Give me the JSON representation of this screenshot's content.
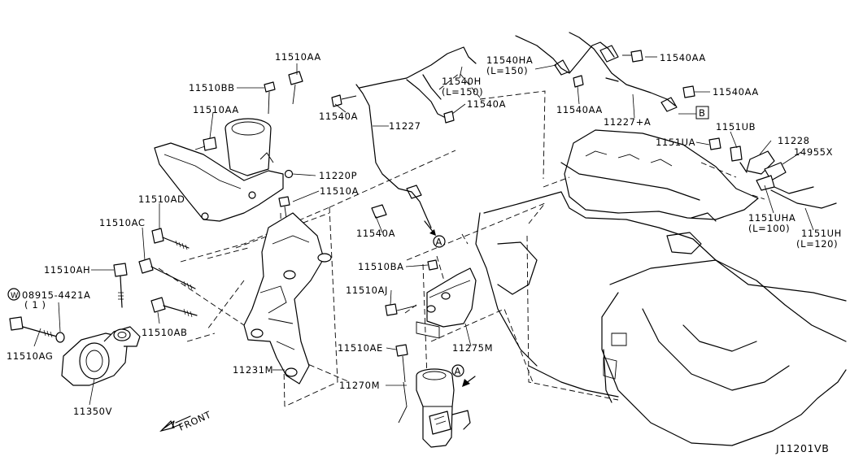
{
  "diagram_code": "J11201VB",
  "front_label": "FRONT",
  "view_marker": "A",
  "labels": {
    "p11510AA_top": "11510AA",
    "p11510BB": "11510BB",
    "p11510AA_left": "11510AA",
    "p11220P": "11220P",
    "p11510A": "11510A",
    "p11510AD": "11510AD",
    "p11510AC": "11510AC",
    "p11510AH": "11510AH",
    "p08915_line1": "08915-4421A",
    "p08915_line2": "( 1 )",
    "p08915_circle": "W",
    "p11510AG": "11510AG",
    "p11350V": "11350V",
    "p11510AB": "11510AB",
    "p11231M": "11231M",
    "p11540A_1": "11540A",
    "p11227": "11227",
    "p11540H": "11540H",
    "p11540H_len": "(L=150)",
    "p11540A_2": "11540A",
    "p11540HA": "11540HA",
    "p11540HA_len": "(L=150)",
    "p11540AA_1": "11540AA",
    "p11540AA_2": "11540AA",
    "p11540AA_3": "11540AA",
    "p11227A": "11227+A",
    "ref_B": "B",
    "p1151UA": "1151UA",
    "p1151UB": "1151UB",
    "p11228": "11228",
    "p14955X": "14955X",
    "p11540A_3": "11540A",
    "p1151UHA": "1151UHA",
    "p1151UHA_len": "(L=100)",
    "p1151UH": "1151UH",
    "p1151UH_len": "(L=120)",
    "p11510BA": "11510BA",
    "p11510AJ": "11510AJ",
    "p11275M": "11275M",
    "p11510AE": "11510AE",
    "p11270M": "11270M"
  }
}
